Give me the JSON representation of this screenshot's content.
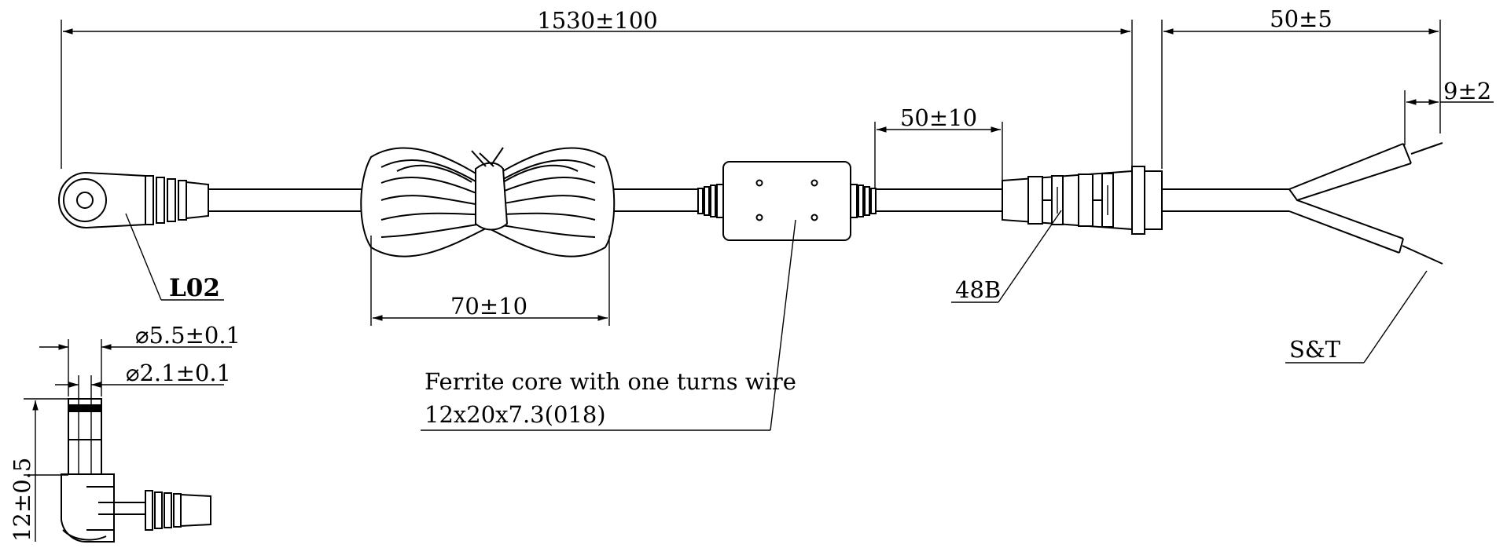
{
  "dimensions": {
    "overall_length": "1530±100",
    "strip_length": "50±5",
    "wire_strip": "9±2",
    "ferrite_to_connector": "50±10",
    "ferrite_loop": "70±10",
    "outer_diameter": "⌀5.5±0.1",
    "inner_diameter": "⌀2.1±0.1",
    "plug_length": "12±0.5"
  },
  "labels": {
    "plug": "L02",
    "strain_relief": "48B",
    "wire_ends": "S&T",
    "ferrite_line1": "Ferrite core with one turns wire",
    "ferrite_line2": "12x20x7.3(018)"
  }
}
